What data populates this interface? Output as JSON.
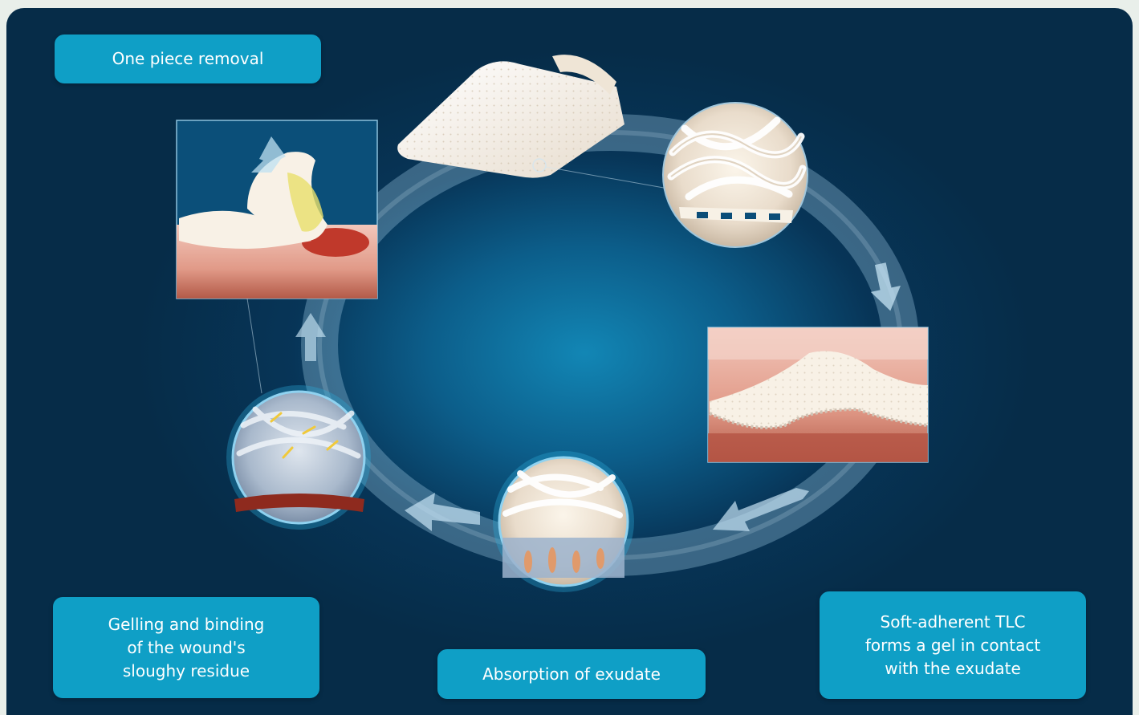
{
  "labels": {
    "removal": "One piece removal",
    "gelling": [
      "Gelling and binding",
      "of the wound's",
      "sloughy residue"
    ],
    "absorption": "Absorption of exudate",
    "soft_adherent": [
      "Soft-adherent TLC",
      "forms a gel in contact",
      "with the exudate"
    ]
  },
  "colors": {
    "background": "#062c48",
    "glow": "#1496c8",
    "label_fill": "#0f9fc6",
    "label_text": "#ffffff",
    "cycle_arrow": "#a9d4ec",
    "skin": "#e8b1a4",
    "wound": "#c0392b",
    "dressing": "#f6efe4"
  },
  "icons": [
    "cycle-arrow-icon",
    "up-arrow-icon",
    "down-arrow-icon",
    "left-arrow-icon"
  ]
}
